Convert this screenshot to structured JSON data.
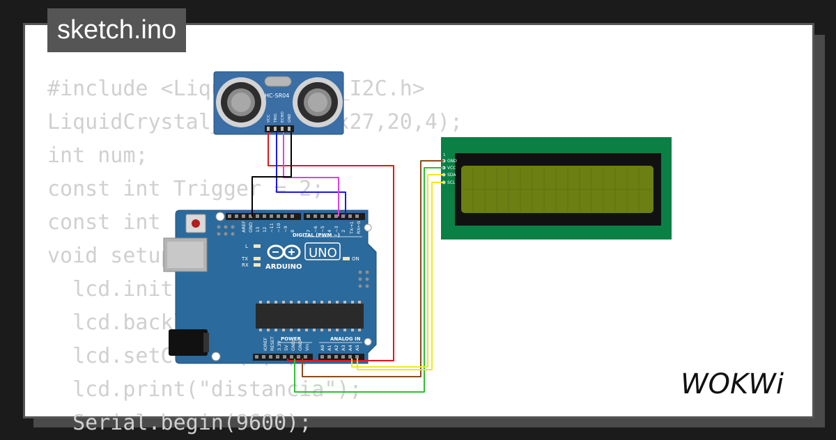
{
  "file_name": "sketch.ino",
  "code_lines": [
    "#include <LiquidCrystal_I2C.h>",
    "LiquidCrystal_I2C lcd(0x27,20,4);",
    "int num;",
    "const int Trigger = 2;",
    "const int Echo = 3;",
    "void setup() {",
    "  lcd.init();",
    "  lcd.backlight();",
    "  lcd.setCursor(0,0);",
    "  lcd.print(\"distancia\");",
    "  Serial.begin(9600);"
  ],
  "sensor": {
    "label": "HC-SR04",
    "pins": [
      "VCC",
      "TRIG",
      "ECHO",
      "GND"
    ]
  },
  "arduino": {
    "brand": "ARDUINO",
    "model": "UNO",
    "digital_label": "DIGITAL (PWM ~)",
    "power_label": "POWER",
    "analog_label": "ANALOG IN",
    "led_labels": [
      "L",
      "TX",
      "RX",
      "ON"
    ],
    "top_pins": [
      "AREF",
      "GND",
      "13",
      "12",
      "~11",
      "~10",
      "~9",
      "8",
      "7",
      "~6",
      "~5",
      "4",
      "~3",
      "2",
      "TX→1",
      "RX←0"
    ],
    "bottom_pins": [
      "IOREF",
      "RESET",
      "3.3V",
      "5V",
      "GND",
      "GND",
      "Vin",
      "A0",
      "A1",
      "A2",
      "A3",
      "A4",
      "A5"
    ]
  },
  "lcd": {
    "pin_one": "1",
    "pins": [
      "GND",
      "VCC",
      "SDA",
      "SCL"
    ]
  },
  "brand_logo": "WOKWi",
  "colors": {
    "wire_red": "#e8131b",
    "wire_blue": "#1818e8",
    "wire_magenta": "#e040e8",
    "wire_black": "#000000",
    "wire_brown": "#8b4a1c",
    "wire_green": "#2fbf2f",
    "wire_yellow": "#f5e61b",
    "board_blue": "#2b6a9c",
    "lcd_pcb": "#0a8045",
    "lcd_screen": "#6c7f12",
    "sensor_blue": "#3a6ea5"
  }
}
